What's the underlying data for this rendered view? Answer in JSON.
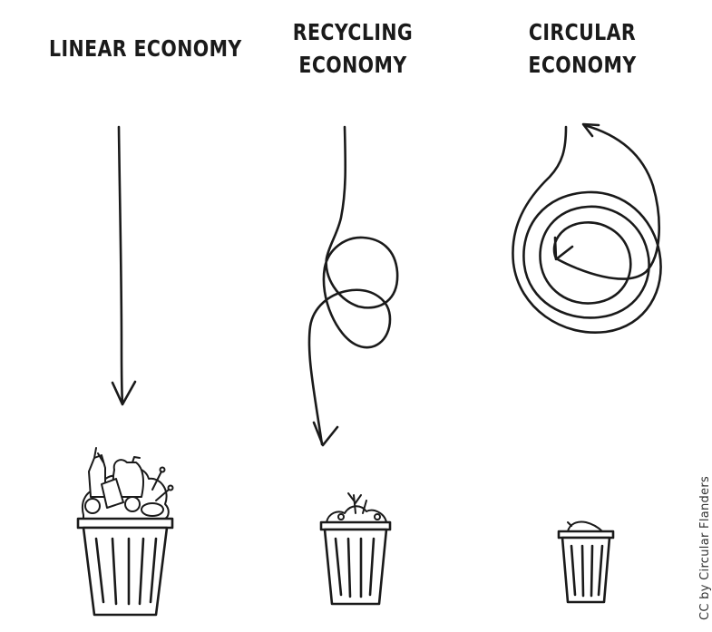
{
  "columns": [
    {
      "title_lines": [
        "LINEAR ECONOMY"
      ]
    },
    {
      "title_lines": [
        "RECYCLING",
        "ECONOMY"
      ]
    },
    {
      "title_lines": [
        "CIRCULAR",
        "ECONOMY"
      ]
    }
  ],
  "credit": "CC by Circular Flanders",
  "icons": {
    "linear_flow": "straight-down-arrow-icon",
    "recycling_flow": "looping-arrow-icon",
    "circular_flow": "spiral-arrow-icon",
    "bin_full": "overflowing-trash-bin-icon",
    "bin_partial": "half-full-trash-bin-icon",
    "bin_small": "small-trash-bin-icon"
  },
  "colors": {
    "ink": "#1a1a1a",
    "background": "#ffffff"
  }
}
